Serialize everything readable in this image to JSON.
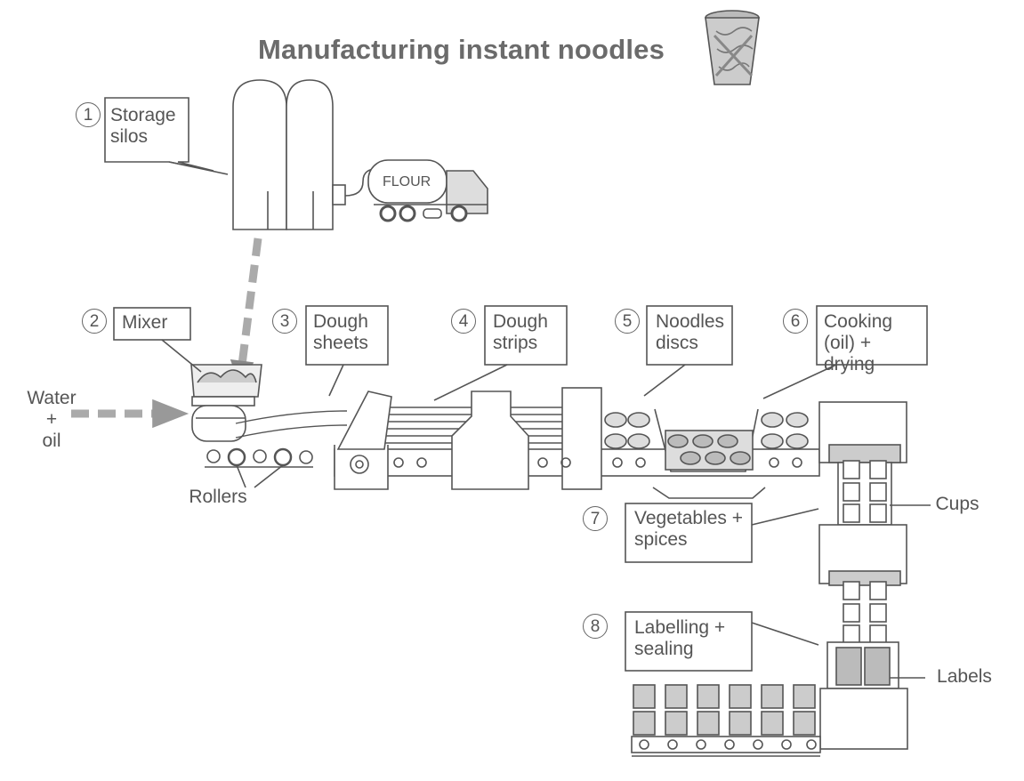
{
  "title": "Manufacturing instant noodles",
  "steps": [
    {
      "number": "1",
      "label": "Storage silos"
    },
    {
      "number": "2",
      "label": "Mixer"
    },
    {
      "number": "3",
      "label": "Dough sheets"
    },
    {
      "number": "4",
      "label": "Dough strips"
    },
    {
      "number": "5",
      "label": "Noodles discs"
    },
    {
      "number": "6",
      "label": "Cooking (oil) + drying"
    },
    {
      "number": "7",
      "label": "Vegetables + spices"
    },
    {
      "number": "8",
      "label": "Labelling + sealing"
    }
  ],
  "labels": {
    "water": "Water",
    "plus": "+",
    "oil": "oil",
    "rollers": "Rollers",
    "cups": "Cups",
    "labels": "Labels",
    "flour": "FLOUR"
  }
}
